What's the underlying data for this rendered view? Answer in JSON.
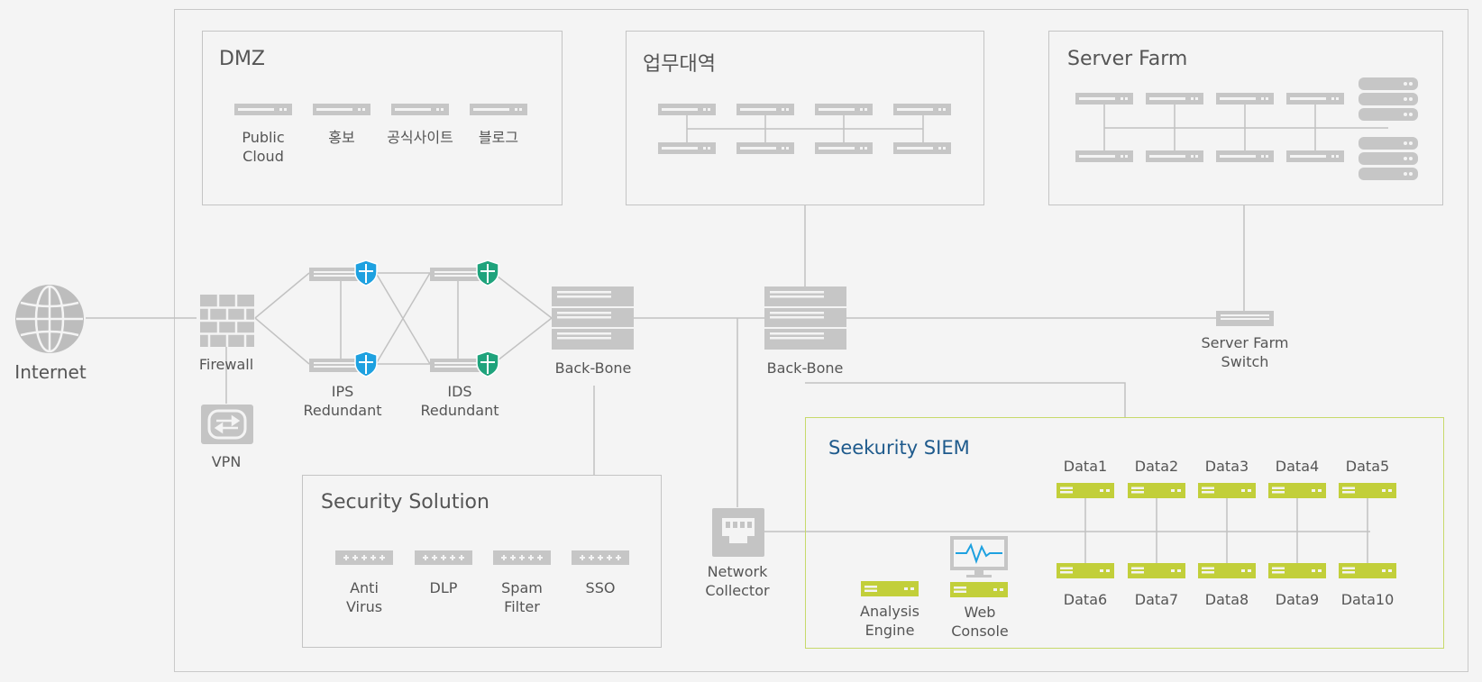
{
  "internet": {
    "label": "Internet"
  },
  "firewall": {
    "label": "Firewall"
  },
  "vpn": {
    "label": "VPN"
  },
  "ips": {
    "label_line1": "IPS",
    "label_line2": "Redundant"
  },
  "ids": {
    "label_line1": "IDS",
    "label_line2": "Redundant"
  },
  "backbone1": {
    "label": "Back-Bone"
  },
  "backbone2": {
    "label": "Back-Bone"
  },
  "server_farm_switch": {
    "label_line1": "Server Farm",
    "label_line2": "Switch"
  },
  "network_collector": {
    "label_line1": "Network",
    "label_line2": "Collector"
  },
  "dmz": {
    "title": "DMZ",
    "items": [
      {
        "line1": "Public",
        "line2": "Cloud"
      },
      {
        "line1": "홍보",
        "line2": ""
      },
      {
        "line1": "공식사이트",
        "line2": ""
      },
      {
        "line1": "블로그",
        "line2": ""
      }
    ]
  },
  "work": {
    "title": "업무대역"
  },
  "server_farm": {
    "title": "Server Farm"
  },
  "security": {
    "title": "Security Solution",
    "items": [
      {
        "line1": "Anti",
        "line2": "Virus"
      },
      {
        "line1": "DLP",
        "line2": ""
      },
      {
        "line1": "Spam",
        "line2": "Filter"
      },
      {
        "line1": "SSO",
        "line2": ""
      }
    ]
  },
  "siem": {
    "title": "Seekurity SIEM",
    "analysis": {
      "line1": "Analysis",
      "line2": "Engine"
    },
    "web": {
      "line1": "Web",
      "line2": "Console"
    },
    "data_top": [
      "Data1",
      "Data2",
      "Data3",
      "Data4",
      "Data5"
    ],
    "data_bottom": [
      "Data6",
      "Data7",
      "Data8",
      "Data9",
      "Data10"
    ]
  },
  "colors": {
    "grey_device": "#c8c8c8",
    "green_device": "#c2cf3a",
    "shield_blue": "#1ea1e0",
    "shield_green": "#1fa37c",
    "siem_border": "#c7d96a",
    "siem_title": "#1e5a8c"
  }
}
